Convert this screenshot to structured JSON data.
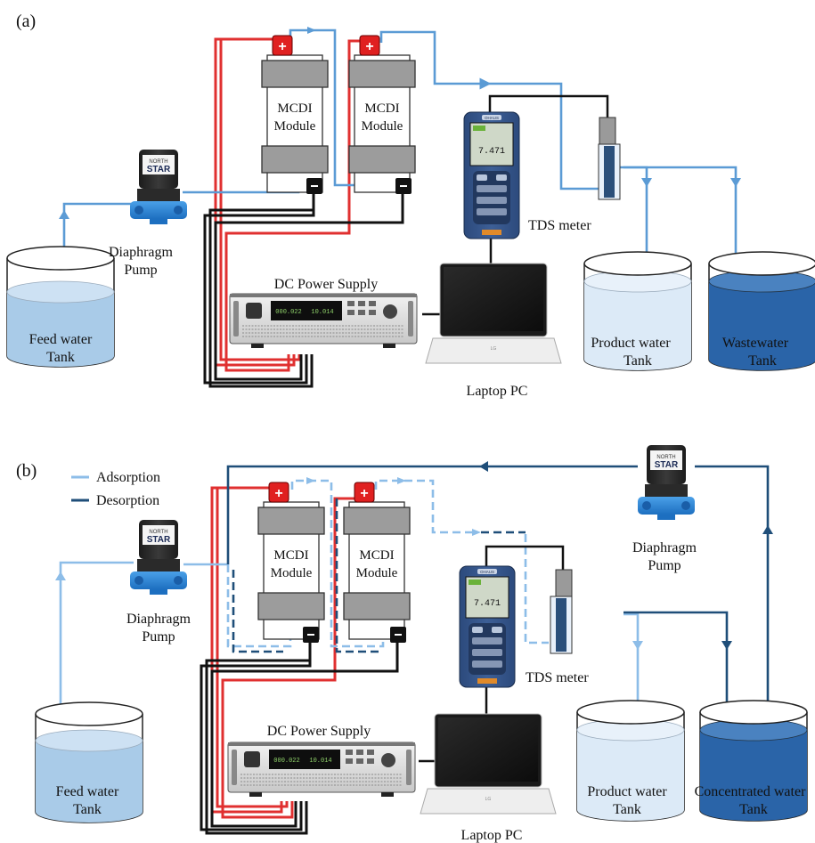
{
  "panels": [
    {
      "tag": "(a)",
      "feed_tank": [
        "Feed water",
        "Tank"
      ],
      "pump": [
        "Diaphragm",
        "Pump"
      ],
      "pump_brand": [
        "NORTH",
        "STAR"
      ],
      "module_label": [
        "MCDI",
        "Module"
      ],
      "power_supply": "DC Power Supply",
      "tds_meter": "TDS meter",
      "laptop": "Laptop PC",
      "product_tank": [
        "Product water",
        "Tank"
      ],
      "waste_tank": [
        "Wastewater",
        "Tank"
      ]
    },
    {
      "tag": "(b)",
      "legend": [
        "Adsorption",
        "Desorption"
      ],
      "feed_tank": [
        "Feed water",
        "Tank"
      ],
      "pump_left": [
        "Diaphragm",
        "Pump"
      ],
      "pump_right": [
        "Diaphragm",
        "Pump"
      ],
      "pump_brand": [
        "NORTH",
        "STAR"
      ],
      "module_label": [
        "MCDI",
        "Module"
      ],
      "power_supply": "DC Power Supply",
      "tds_meter": "TDS meter",
      "laptop": "Laptop PC",
      "product_tank": [
        "Product water",
        "Tank"
      ],
      "conc_tank": [
        "Concentrated water",
        "Tank"
      ]
    }
  ],
  "meter_brand": "OHAUS",
  "meter_reading": "7.471",
  "psu_readings": [
    "000.022",
    "10.014"
  ],
  "laptop_brand": "LG",
  "colors": {
    "adsorption": "#8dbde8",
    "desorption": "#1f4e79",
    "flow_a": "#5b9bd5",
    "positive": "#e03030",
    "negative": "#111111"
  }
}
